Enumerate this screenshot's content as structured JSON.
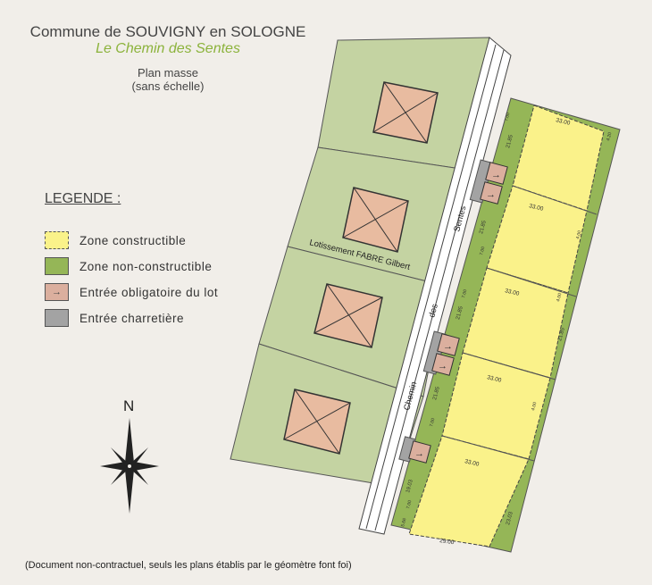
{
  "header": {
    "commune": "Commune de SOUVIGNY en SOLOGNE",
    "project": "Le Chemin des Sentes",
    "plan_line1": "Plan masse",
    "plan_line2": "(sans échelle)"
  },
  "legend": {
    "title": "LEGENDE :",
    "items": [
      {
        "label": "Zone constructible",
        "color": "#faf28a",
        "dashed": true,
        "symbol": ""
      },
      {
        "label": "Zone non-constructible",
        "color": "#95b657",
        "dashed": false,
        "symbol": ""
      },
      {
        "label": "Entrée obligatoire du lot",
        "color": "#dbaf9e",
        "dashed": false,
        "symbol": "→"
      },
      {
        "label": "Entrée charretière",
        "color": "#a3a3a3",
        "dashed": false,
        "symbol": ""
      }
    ]
  },
  "map": {
    "neighbor_label": "Lotissement FABRE Gilbert",
    "road_words": [
      "Chemin",
      "des",
      "Sentes"
    ],
    "lot_dims": [
      "33.00",
      "33.00",
      "33.00",
      "33.00",
      "33.00"
    ],
    "side_dims": [
      "21.85",
      "21.85",
      "21.85",
      "21.85",
      "21.85",
      "19.03",
      "23.03"
    ],
    "small_dims": [
      "7.00",
      "7.00",
      "7.00",
      "7.00",
      "7.00",
      "4.00",
      "4.00",
      "4.00",
      "5.66",
      "4.20"
    ],
    "bottom_dim": "29.00",
    "north": "N",
    "colors": {
      "neighbor": "#c4d3a2",
      "buildable": "#faf28a",
      "nonbuildable": "#95b657",
      "entry": "#dbaf9e",
      "gate": "#a3a3a3",
      "house": "#e8bba0"
    }
  },
  "footer": "(Document non-contractuel, seuls les plans établis par le géomètre font foi)"
}
